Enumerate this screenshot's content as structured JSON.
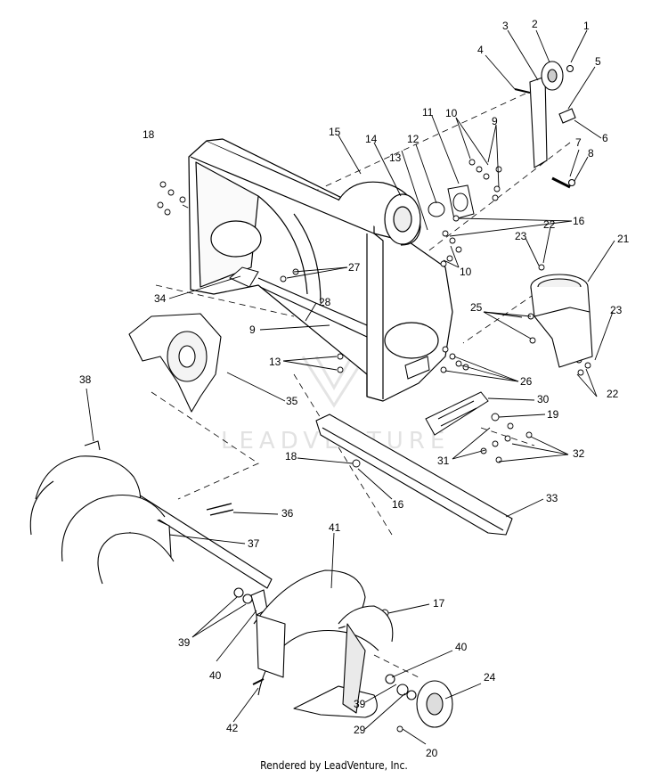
{
  "footer": "Rendered by LeadVenture, Inc.",
  "watermark": "LEADVENTURE",
  "part_labels": [
    "1",
    "2",
    "3",
    "4",
    "5",
    "6",
    "7",
    "8",
    "9",
    "10",
    "11",
    "12",
    "13",
    "14",
    "15",
    "16",
    "17",
    "18",
    "19",
    "20",
    "21",
    "22",
    "23",
    "24",
    "25",
    "26",
    "27",
    "28",
    "29",
    "30",
    "31",
    "32",
    "33",
    "34",
    "35",
    "36",
    "37",
    "38",
    "39",
    "40",
    "41",
    "42"
  ],
  "callouts": [
    {
      "id": "1",
      "text": "1"
    },
    {
      "id": "2",
      "text": "2"
    },
    {
      "id": "3",
      "text": "3"
    },
    {
      "id": "4",
      "text": "4"
    },
    {
      "id": "5",
      "text": "5"
    },
    {
      "id": "6",
      "text": "6"
    },
    {
      "id": "7",
      "text": "7"
    },
    {
      "id": "8",
      "text": "8"
    },
    {
      "id": "9a",
      "text": "9"
    },
    {
      "id": "10a",
      "text": "10"
    },
    {
      "id": "11",
      "text": "11"
    },
    {
      "id": "12",
      "text": "12"
    },
    {
      "id": "13a",
      "text": "13"
    },
    {
      "id": "14",
      "text": "14"
    },
    {
      "id": "15",
      "text": "15"
    },
    {
      "id": "16a",
      "text": "16"
    },
    {
      "id": "18a",
      "text": "18"
    },
    {
      "id": "22a",
      "text": "22"
    },
    {
      "id": "23a",
      "text": "23"
    },
    {
      "id": "21",
      "text": "21"
    },
    {
      "id": "10b",
      "text": "10"
    },
    {
      "id": "27",
      "text": "27"
    },
    {
      "id": "34",
      "text": "34"
    },
    {
      "id": "28",
      "text": "28"
    },
    {
      "id": "25",
      "text": "25"
    },
    {
      "id": "23b",
      "text": "23"
    },
    {
      "id": "9b",
      "text": "9"
    },
    {
      "id": "13b",
      "text": "13"
    },
    {
      "id": "26",
      "text": "26"
    },
    {
      "id": "35",
      "text": "35"
    },
    {
      "id": "38",
      "text": "38"
    },
    {
      "id": "30",
      "text": "30"
    },
    {
      "id": "22b",
      "text": "22"
    },
    {
      "id": "19",
      "text": "19"
    },
    {
      "id": "18b",
      "text": "18"
    },
    {
      "id": "31",
      "text": "31"
    },
    {
      "id": "32",
      "text": "32"
    },
    {
      "id": "16b",
      "text": "16"
    },
    {
      "id": "33",
      "text": "33"
    },
    {
      "id": "36",
      "text": "36"
    },
    {
      "id": "37",
      "text": "37"
    },
    {
      "id": "41",
      "text": "41"
    },
    {
      "id": "17",
      "text": "17"
    },
    {
      "id": "39a",
      "text": "39"
    },
    {
      "id": "40a",
      "text": "40"
    },
    {
      "id": "40b",
      "text": "40"
    },
    {
      "id": "24",
      "text": "24"
    },
    {
      "id": "42",
      "text": "42"
    },
    {
      "id": "39b",
      "text": "39"
    },
    {
      "id": "29",
      "text": "29"
    },
    {
      "id": "20",
      "text": "20"
    }
  ]
}
